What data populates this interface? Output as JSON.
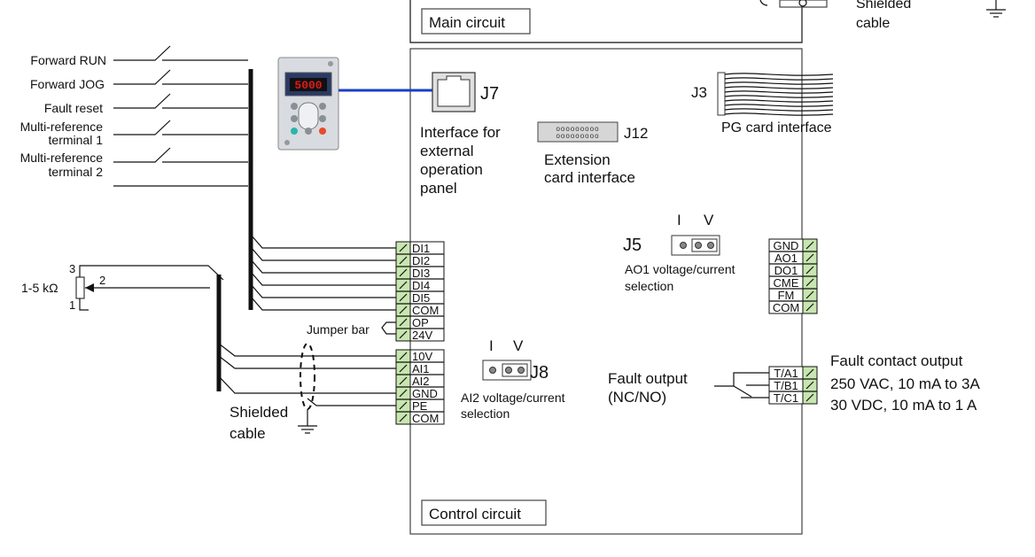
{
  "boards": {
    "main_circuit": "Main circuit",
    "control_circuit": "Control circuit"
  },
  "top_right": {
    "shielded_top": "Shielded",
    "cable": "cable"
  },
  "inputs": [
    "Forward RUN",
    "Forward JOG",
    "Fault reset",
    "Multi-reference",
    "terminal 1",
    "Multi-reference",
    "terminal 2"
  ],
  "panel": {
    "display_value": "5000"
  },
  "j7": {
    "name": "J7",
    "desc_lines": [
      "Interface for",
      "external",
      "operation",
      "panel"
    ]
  },
  "j12": {
    "name": "J12",
    "desc_lines": [
      "Extension",
      "card interface"
    ]
  },
  "j3": {
    "name": "J3",
    "desc": "PG card interface"
  },
  "j5": {
    "name": "J5",
    "iv_i": "I",
    "iv_v": "V",
    "desc_lines": [
      "AO1 voltage/current",
      "selection"
    ]
  },
  "j8": {
    "name": "J8",
    "iv_i": "I",
    "iv_v": "V",
    "desc_lines": [
      "AI2 voltage/current",
      "selection"
    ]
  },
  "di_terminals": [
    "DI1",
    "DI2",
    "DI3",
    "DI4",
    "DI5",
    "COM",
    "OP",
    "24V"
  ],
  "ai_terminals": [
    "10V",
    "AI1",
    "AI2",
    "GND",
    "PE",
    "COM"
  ],
  "ao_terminals": [
    "GND",
    "AO1",
    "DO1",
    "CME",
    "FM",
    "COM"
  ],
  "relay_terminals": [
    "T/A1",
    "T/B1",
    "T/C1"
  ],
  "jumper_bar": "Jumper bar",
  "pot": {
    "label": "1-5 kΩ",
    "pin1": "1",
    "pin2": "2",
    "pin3": "3"
  },
  "shielded_cable": [
    "Shielded",
    "cable"
  ],
  "fault_output": [
    "Fault output",
    "(NC/NO)"
  ],
  "fault_contact": [
    "Fault contact output",
    "250 VAC, 10 mA to 3A",
    "30 VDC, 10 mA to 1 A"
  ],
  "colors": {
    "panel_cable": "#1a3fc4",
    "terminal_icon": "#c8e6b0",
    "display": "#cc1111"
  }
}
